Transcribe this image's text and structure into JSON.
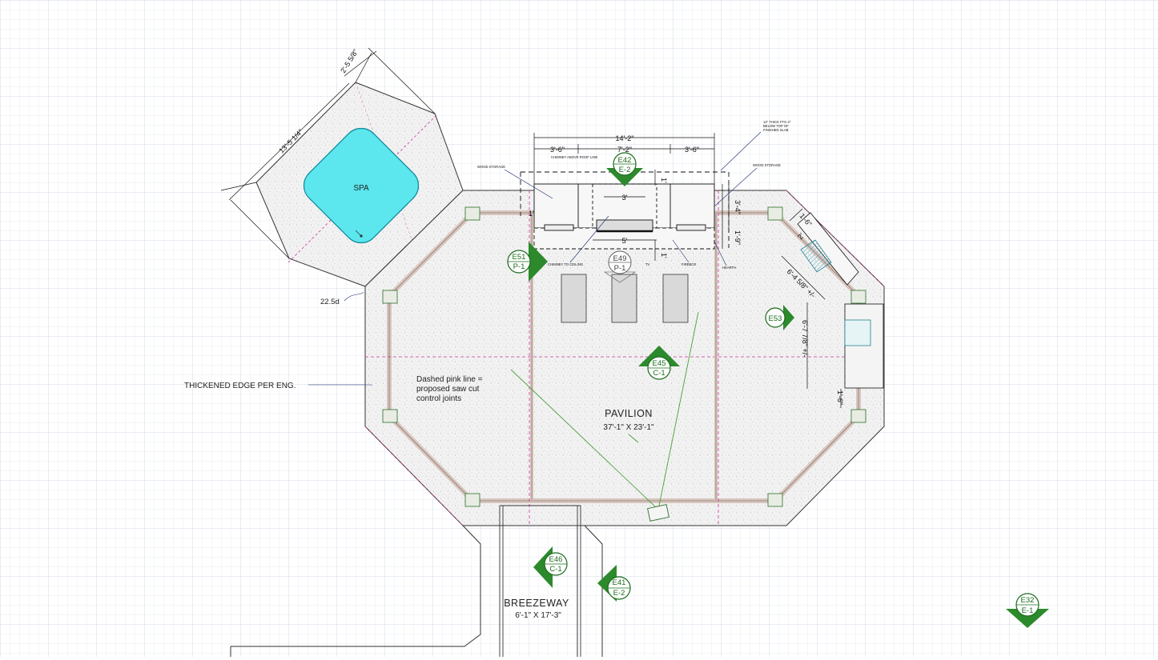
{
  "rooms": {
    "spa": {
      "label": "SPA"
    },
    "pavilion": {
      "name": "PAVILION",
      "size": "37'-1\" X 23'-1\""
    },
    "breezeway": {
      "name": "BREEZEWAY",
      "size": "6'-1\" X 17'-3\""
    }
  },
  "notes": {
    "thickened_edge": "THICKENED EDGE PER ENG.",
    "saw_cut": [
      "Dashed pink line =",
      "proposed saw cut",
      "control joints"
    ],
    "angle": "22.5d",
    "slab_note": [
      "12\" THICK FTG 4\"",
      "BELOW TOP OF",
      "FINISHED SLAB"
    ],
    "wood_storage_left": "WOOD STORAGE",
    "wood_storage_right": "WOOD STORAGE",
    "chimney_above": "CHIMNEY ABOVE ROOF LINE",
    "chimney_to_ceiling": "CHIMNEY TO CEILING",
    "tv": "TV",
    "firebox": "FIREBOX",
    "hearth": "HEARTH"
  },
  "dimensions": {
    "spa_side": "2'-5 5/8\"",
    "spa_diag": "13'-5 1/4\"",
    "fireplace_total": "14'-2\"",
    "left_storage": "3'-6\"",
    "chimney": "7'-2\"",
    "right_storage": "3'-6\"",
    "small_one_a": "1'",
    "small_one_b": "1'",
    "small_one_c": "1'",
    "three_ft": "3'",
    "five_ft": "5'",
    "depth_a": "3'-4\"",
    "depth_b": "1'-9\"",
    "grill_a": "1'-6\"",
    "grill_b": "2'",
    "grill_diag": "6'-4 5/8\" +/-",
    "right_vertical": "6'-7 7/8\" +/-",
    "right_small": "1'-6\""
  },
  "markers": [
    {
      "id": "E42",
      "sheet": "E-2"
    },
    {
      "id": "E51",
      "sheet": "P-1"
    },
    {
      "id": "E49",
      "sheet": "P-1"
    },
    {
      "id": "E53",
      "sheet": ""
    },
    {
      "id": "E45",
      "sheet": "C-1"
    },
    {
      "id": "E46",
      "sheet": "C-1"
    },
    {
      "id": "E41",
      "sheet": "E-2"
    },
    {
      "id": "E32",
      "sheet": "E-1"
    }
  ],
  "colors": {
    "grid": "#d5dde8",
    "slab": "#f1f1f1",
    "spa_water": "#5ce6ee",
    "saw_cut": "#c8329a",
    "wall": "#d8c6bf",
    "marker": "#1d6b1d",
    "sightline": "#4aa03a"
  }
}
